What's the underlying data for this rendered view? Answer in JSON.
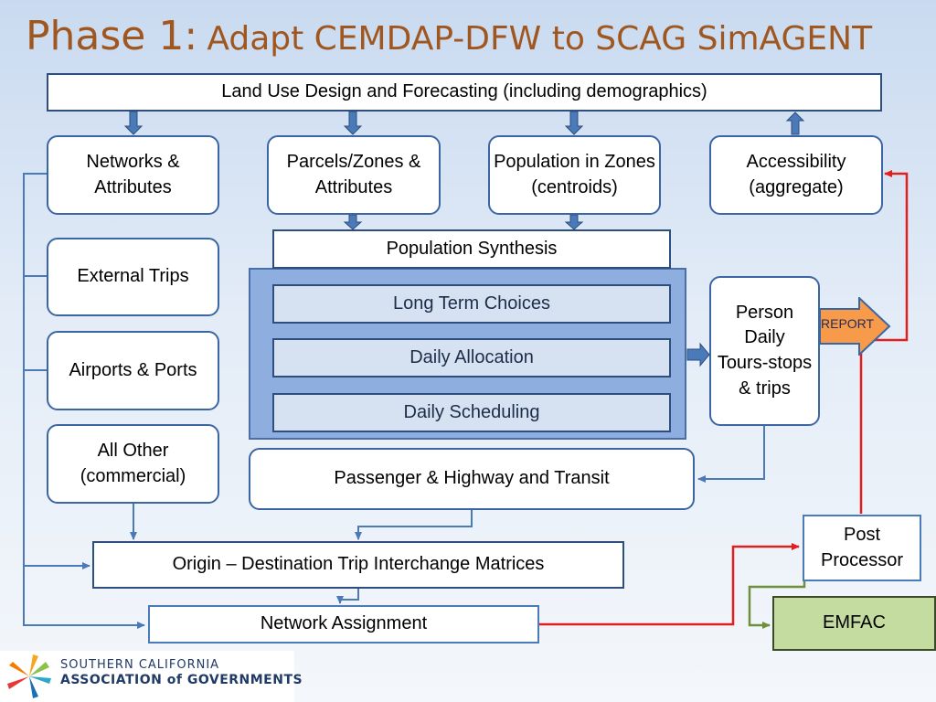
{
  "title": {
    "part1": "Phase 1:",
    "part2": "Adapt CEMDAP-DFW to SCAG SimAGENT"
  },
  "nodes": {
    "land_use": "Land Use Design and Forecasting (including demographics)",
    "networks": "Networks & Attributes",
    "parcels": "Parcels/Zones & Attributes",
    "population_zones": "Population in Zones (centroids)",
    "accessibility": "Accessibility (aggregate)",
    "external_trips": "External Trips",
    "airports": "Airports & Ports",
    "all_other": "All Other (commercial)",
    "pop_synthesis": "Population Synthesis",
    "long_term": "Long Term Choices",
    "daily_allocation": "Daily Allocation",
    "daily_scheduling": "Daily Scheduling",
    "person_daily": "Person Daily Tours-stops & trips",
    "report": "REPORT",
    "passenger": "Passenger & Highway and Transit",
    "od_matrices": "Origin – Destination Trip Interchange Matrices",
    "network_assignment": "Network Assignment",
    "post_processor": "Post Processor",
    "emfac": "EMFAC"
  },
  "logo": {
    "line1": "SOUTHERN CALIFORNIA",
    "line2": "ASSOCIATION of GOVERNMENTS"
  },
  "colors": {
    "title": "#a0561f",
    "box_border": "#2e4f7e",
    "arrow_blue": "#4a7ab8",
    "arrow_red": "#e0201f",
    "arrow_green": "#6f8f3a",
    "report_fill": "#f79a4a",
    "emfac_fill": "#c5dca0"
  }
}
